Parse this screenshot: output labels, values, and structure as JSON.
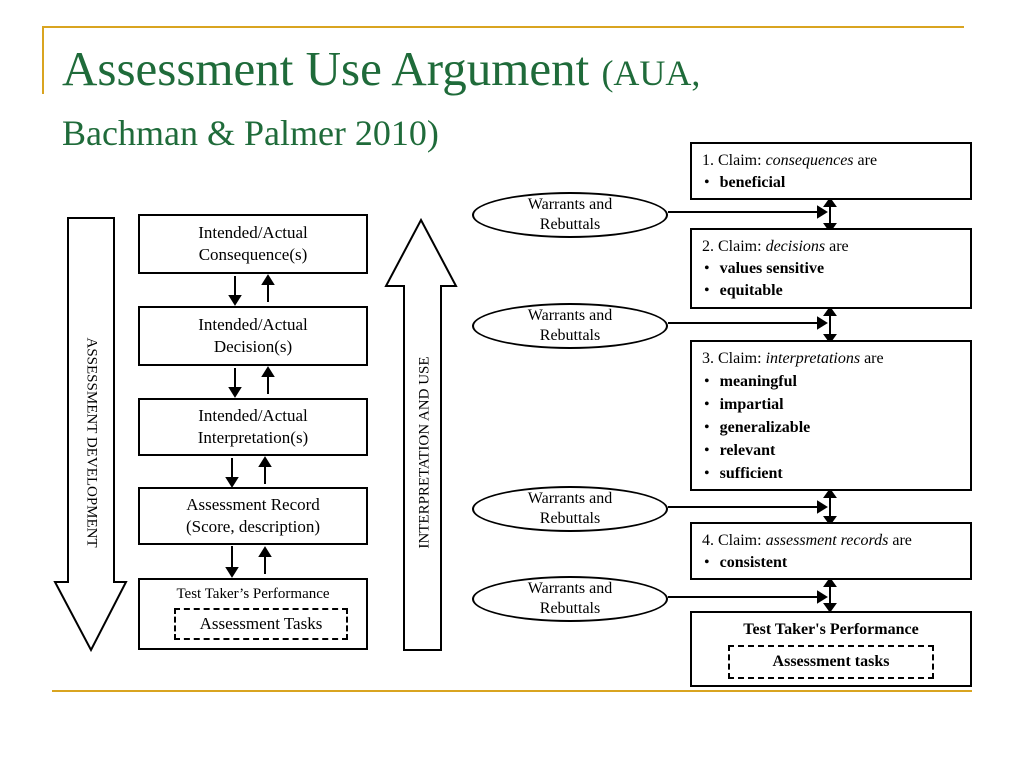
{
  "title": {
    "main": "Assessment Use Argument",
    "sub_inline": "(AUA,",
    "line2": "Bachman & Palmer 2010)"
  },
  "left": {
    "development_label": "ASSESSMENT DEVELOPMENT",
    "interpretation_label": "INTERPRETATION AND USE",
    "boxes": [
      {
        "line1": "Intended/Actual",
        "line2": "Consequence(s)"
      },
      {
        "line1": "Intended/Actual",
        "line2": "Decision(s)"
      },
      {
        "line1": "Intended/Actual",
        "line2": "Interpretation(s)"
      },
      {
        "line1": "Assessment Record",
        "line2": "(Score, description)"
      }
    ],
    "performance": {
      "title": "Test Taker’s Performance",
      "tasks": "Assessment Tasks"
    }
  },
  "right": {
    "warrants": [
      {
        "line1": "Warrants and",
        "line2": "Rebuttals"
      },
      {
        "line1": "Warrants and",
        "line2": "Rebuttals"
      },
      {
        "line1": "Warrants and",
        "line2": "Rebuttals"
      },
      {
        "line1": "Warrants and",
        "line2": "Rebuttals"
      }
    ],
    "claims": [
      {
        "prefix": "1. Claim: ",
        "term": "consequences",
        "suffix": " are",
        "bullets": [
          "beneficial"
        ]
      },
      {
        "prefix": "2. Claim: ",
        "term": "decisions",
        "suffix": " are",
        "bullets": [
          "values sensitive",
          "equitable"
        ]
      },
      {
        "prefix": "3. Claim: ",
        "term": "interpretations",
        "suffix": " are",
        "bullets": [
          "meaningful",
          "impartial",
          "generalizable",
          "relevant",
          "sufficient"
        ]
      },
      {
        "prefix": "4. Claim: ",
        "term": "assessment records",
        "suffix": " are",
        "bullets": [
          "consistent"
        ]
      }
    ],
    "performance": {
      "title": "Test Taker's Performance",
      "tasks": "Assessment tasks"
    }
  },
  "colors": {
    "title": "#1f6b3a",
    "accent": "#d9a420",
    "line": "#000000"
  }
}
